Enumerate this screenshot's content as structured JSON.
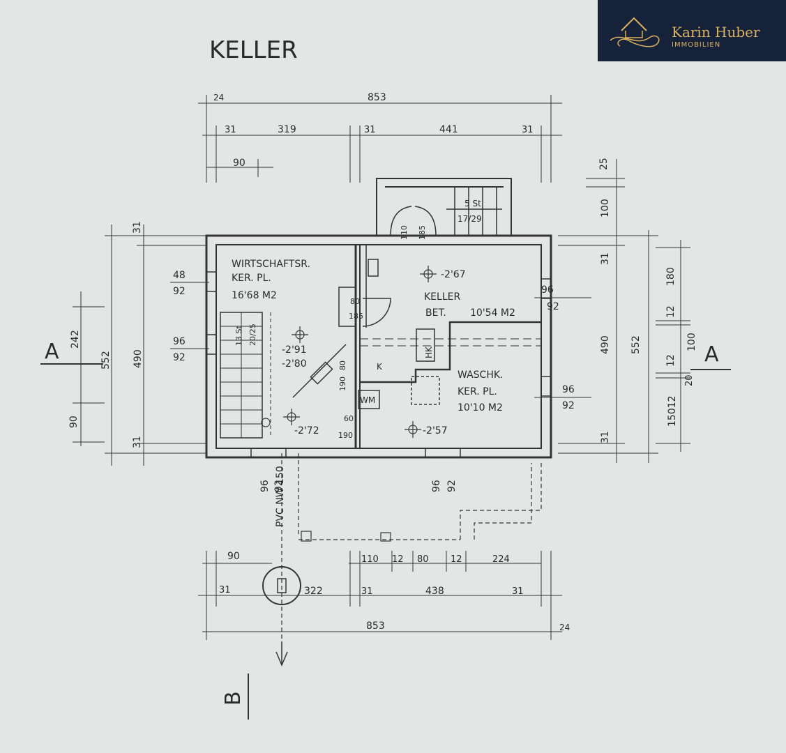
{
  "title": "KELLER",
  "brand": {
    "name": "Karin Huber",
    "subtitle": "IMMOBILIEN",
    "bg_color": "#16223a",
    "accent_color": "#d9b25f",
    "logo_icon": "house-swirl-logo-icon"
  },
  "rooms": {
    "wirtschaft": {
      "name": "WIRTSCHAFTSR.",
      "floor": "KER. PL.",
      "area": "16'68 M2"
    },
    "keller": {
      "name": "KELLER",
      "floor": "BET.",
      "area": "10'54 M2"
    },
    "waschk": {
      "name": "WASCHK.",
      "floor": "KER. PL.",
      "area": "10'10 M2"
    }
  },
  "levels": {
    "l1": "-2'67",
    "l2": "-2'91",
    "l3": "-2'80",
    "l4": "-2'72",
    "l5": "-2'57"
  },
  "top_dims": {
    "overall": "853",
    "overall_edge": "24",
    "d1": "31",
    "d2": "319",
    "d3": "31",
    "d4": "441",
    "d5": "31",
    "d6": "90"
  },
  "bottom_dims": {
    "overall": "853",
    "overall_edge": "24",
    "d1": "31",
    "d2": "322",
    "d3": "31",
    "d4": "438",
    "d5": "31",
    "d6": "90",
    "e1": "110",
    "e2": "12",
    "e3": "80",
    "e4": "12",
    "e5": "224"
  },
  "left_dims": {
    "d31a": "31",
    "d31b": "31",
    "d48": "48",
    "d92a": "92",
    "d96a": "96",
    "d92b": "92",
    "d242": "242",
    "d552": "552",
    "d490": "490",
    "d90": "90"
  },
  "right_dims": {
    "d25": "25",
    "d100a": "100",
    "d31a": "31",
    "d180": "180",
    "d12a": "12",
    "d96a": "96",
    "d92a": "92",
    "d490": "490",
    "d552": "552",
    "d100b": "100",
    "d12b": "12",
    "d20": "20",
    "d96b": "96",
    "d92b": "92",
    "d15012": "15012",
    "d31b": "31"
  },
  "stairs": {
    "top": "5 St",
    "top2": "17/29",
    "inner1": "13 St",
    "inner2": "20/25"
  },
  "doors": {
    "d110": "110",
    "d185": "185",
    "d80": "80",
    "d185b": "185",
    "d80b": "80",
    "d190": "190",
    "d60": "60",
    "d190b": "190"
  },
  "windows": {
    "w96a": "96",
    "w92a": "92",
    "w96b": "96",
    "w92b": "92"
  },
  "fixtures": {
    "hk": "HK",
    "k": "K",
    "wm": "WM"
  },
  "pipe": {
    "label": "PVC NW 150"
  },
  "section_marks": {
    "a_left": "A",
    "a_right": "A",
    "b": "B"
  }
}
